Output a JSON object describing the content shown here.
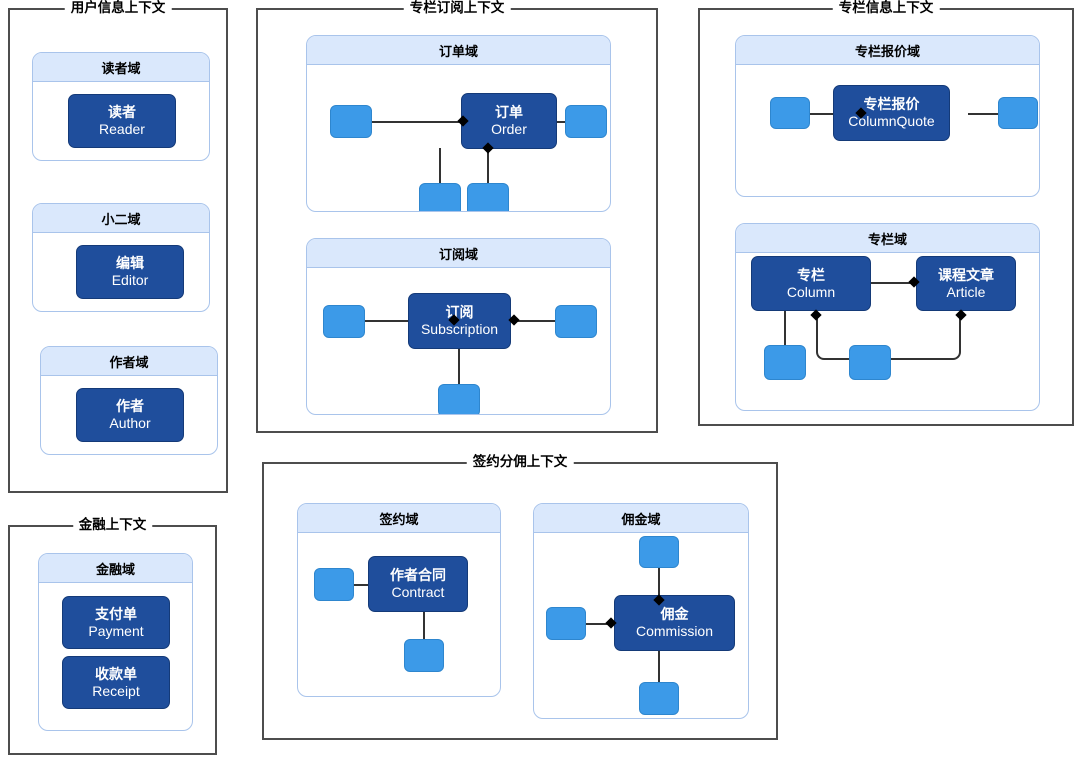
{
  "diagram": {
    "title_lang": "zh-CN",
    "colors": {
      "context_border": "#4D4D4D",
      "domain_border": "#A9C4EB",
      "domain_header_bg": "#DAE8FC",
      "entity_fill": "#1F4E9C",
      "entity_stroke": "#143A78",
      "satellite_fill": "#3C9AE8",
      "satellite_stroke": "#2E86CE",
      "connector": "#333333",
      "page_bg": "#FFFFFF"
    }
  },
  "contexts": [
    {
      "id": "user-info",
      "title": "用户信息上下文",
      "domains": [
        {
          "id": "reader-domain",
          "title": "读者域",
          "entities": [
            {
              "cn": "读者",
              "en": "Reader"
            }
          ],
          "satellites": 0
        },
        {
          "id": "staff-domain",
          "title": "小二域",
          "entities": [
            {
              "cn": "编辑",
              "en": "Editor"
            }
          ],
          "satellites": 0
        },
        {
          "id": "author-domain",
          "title": "作者域",
          "entities": [
            {
              "cn": "作者",
              "en": "Author"
            }
          ],
          "satellites": 0
        }
      ]
    },
    {
      "id": "column-subscription",
      "title": "专栏订阅上下文",
      "domains": [
        {
          "id": "order-domain",
          "title": "订单域",
          "entities": [
            {
              "cn": "订单",
              "en": "Order"
            }
          ],
          "satellites": 4
        },
        {
          "id": "subscription-domain",
          "title": "订阅域",
          "entities": [
            {
              "cn": "订阅",
              "en": "Subscription"
            }
          ],
          "satellites": 3
        }
      ]
    },
    {
      "id": "column-info",
      "title": "专栏信息上下文",
      "domains": [
        {
          "id": "column-quote-domain",
          "title": "专栏报价域",
          "entities": [
            {
              "cn": "专栏报价",
              "en": "ColumnQuote"
            }
          ],
          "satellites": 2
        },
        {
          "id": "column-domain",
          "title": "专栏域",
          "entities": [
            {
              "cn": "专栏",
              "en": "Column"
            },
            {
              "cn": "课程文章",
              "en": "Article"
            }
          ],
          "satellites": 2
        }
      ]
    },
    {
      "id": "contract-commission",
      "title": "签约分佣上下文",
      "domains": [
        {
          "id": "contract-domain",
          "title": "签约域",
          "entities": [
            {
              "cn": "作者合同",
              "en": "Contract"
            }
          ],
          "satellites": 2
        },
        {
          "id": "commission-domain",
          "title": "佣金域",
          "entities": [
            {
              "cn": "佣金",
              "en": "Commission"
            }
          ],
          "satellites": 3
        }
      ]
    },
    {
      "id": "finance",
      "title": "金融上下文",
      "domains": [
        {
          "id": "finance-domain",
          "title": "金融域",
          "entities": [
            {
              "cn": "支付单",
              "en": "Payment"
            },
            {
              "cn": "收款单",
              "en": "Receipt"
            }
          ],
          "satellites": 0
        }
      ]
    }
  ]
}
